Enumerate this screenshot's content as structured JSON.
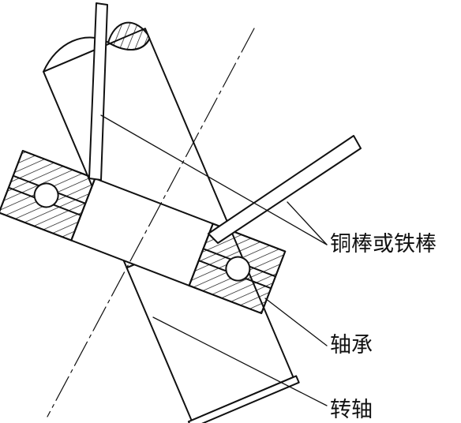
{
  "labels": {
    "rod": "铜棒或铁棒",
    "bearing": "轴承",
    "shaft": "转轴"
  },
  "colors": {
    "stroke": "#111111",
    "background": "#ffffff"
  }
}
